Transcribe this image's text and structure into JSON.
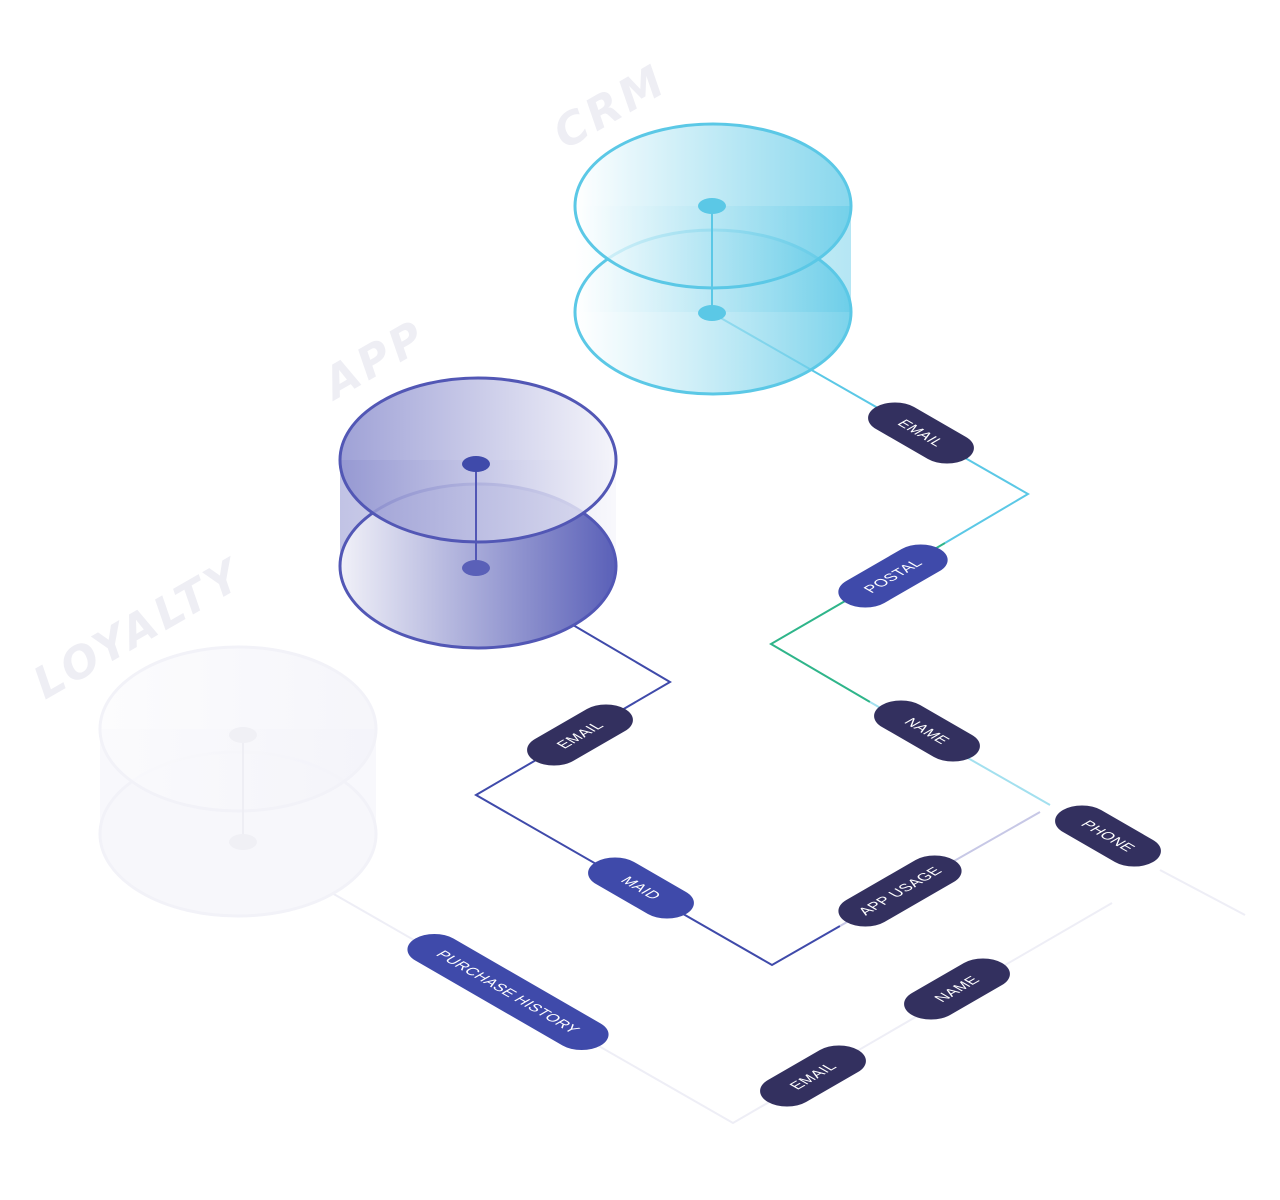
{
  "sources": {
    "crm": "CRM",
    "app": "APP",
    "loyalty": "LOYALTY"
  },
  "fields": {
    "crm_email": "EMAIL",
    "crm_postal": "POSTAL",
    "crm_name": "NAME",
    "crm_phone": "PHONE",
    "app_email": "EMAIL",
    "app_maid": "MAID",
    "app_usage": "APP USAGE",
    "loyalty_purchase": "PURCHASE HISTORY",
    "loyalty_email": "EMAIL",
    "loyalty_name": "NAME"
  },
  "colors": {
    "dark_pill": "#33305f",
    "blue_pill": "#3f4aaa",
    "crm_cyan": "#5bc8e6",
    "green": "#2fb58a",
    "app_indigo": "#3f4aaa",
    "loyalty_faint": "#eeeef6"
  }
}
